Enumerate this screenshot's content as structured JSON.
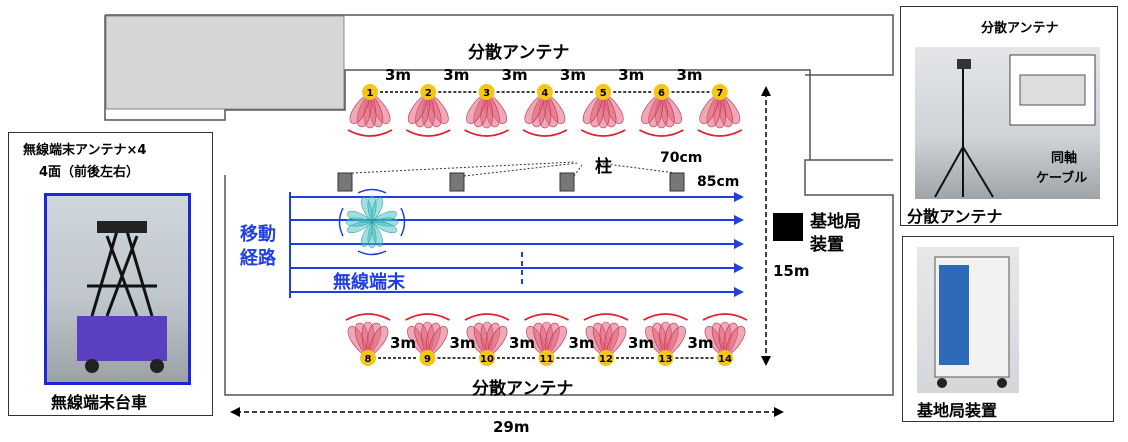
{
  "labels": {
    "antenna_top": "分散アンテナ",
    "antenna_bottom": "分散アンテナ",
    "pillar": "柱",
    "pillar_w": "70cm",
    "pillar_d": "85cm",
    "route": "移動\n経路",
    "route_l1": "移動",
    "route_l2": "経路",
    "terminal": "無線端末",
    "bs_l1": "基地局",
    "bs_l2": "装置",
    "height": "15m",
    "width": "29m",
    "spacing": "3m"
  },
  "antennas_top": [
    "1",
    "2",
    "3",
    "4",
    "5",
    "6",
    "7"
  ],
  "antennas_bottom": [
    "8",
    "9",
    "10",
    "11",
    "12",
    "13",
    "14"
  ],
  "left_panel": {
    "title_l1": "無線端末アンテナ×4",
    "title_l2": "4面（前後左右）",
    "caption": "無線端末台車"
  },
  "right_top_panel": {
    "label_antenna": "分散アンテナ",
    "label_cable_l1": "同軸",
    "label_cable_l2": "ケーブル",
    "caption": "分散アンテナ"
  },
  "right_bottom_panel": {
    "caption": "基地局装置"
  },
  "colors": {
    "route": "#1f3fe0",
    "marker": "#f5c518",
    "lobe": "#e0607a",
    "arrow": "#e0202a",
    "terminal_lobe": "#40c0c0"
  }
}
